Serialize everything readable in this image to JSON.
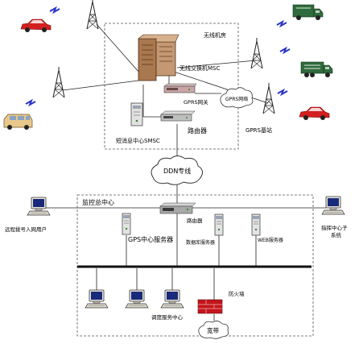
{
  "labels": {
    "wireless_room": "无线机房",
    "msc": "无线交换机MSC",
    "gprs_gateway": "GPRS网关",
    "gprs_network": "GPRS网络",
    "gprs_base_station": "GPRS基站",
    "sms_center": "短消息中心SMSC",
    "router_top": "路由器",
    "ddn_line": "DDN专线",
    "monitor_center": "监控总中心",
    "router_mid": "路由器",
    "remote_user": "远程拨号入网用户",
    "dispatch_sub": "指挥中心子",
    "dispatch_sub2": "系统",
    "gps_server": "GPS中心服务器",
    "db_server": "数据库服务器",
    "web_server": "WEB服务器",
    "firewall": "防火墙",
    "dispatch_center": "调度服务中心",
    "broadband": "宽带"
  },
  "colors": {
    "vehicle_red": "#d41f1f",
    "truck_green": "#2f6b3c",
    "lightning_blue": "#2a35c8",
    "server_brown": "#a9784f",
    "firewall_red": "#c4151c",
    "dash": "#555555"
  }
}
